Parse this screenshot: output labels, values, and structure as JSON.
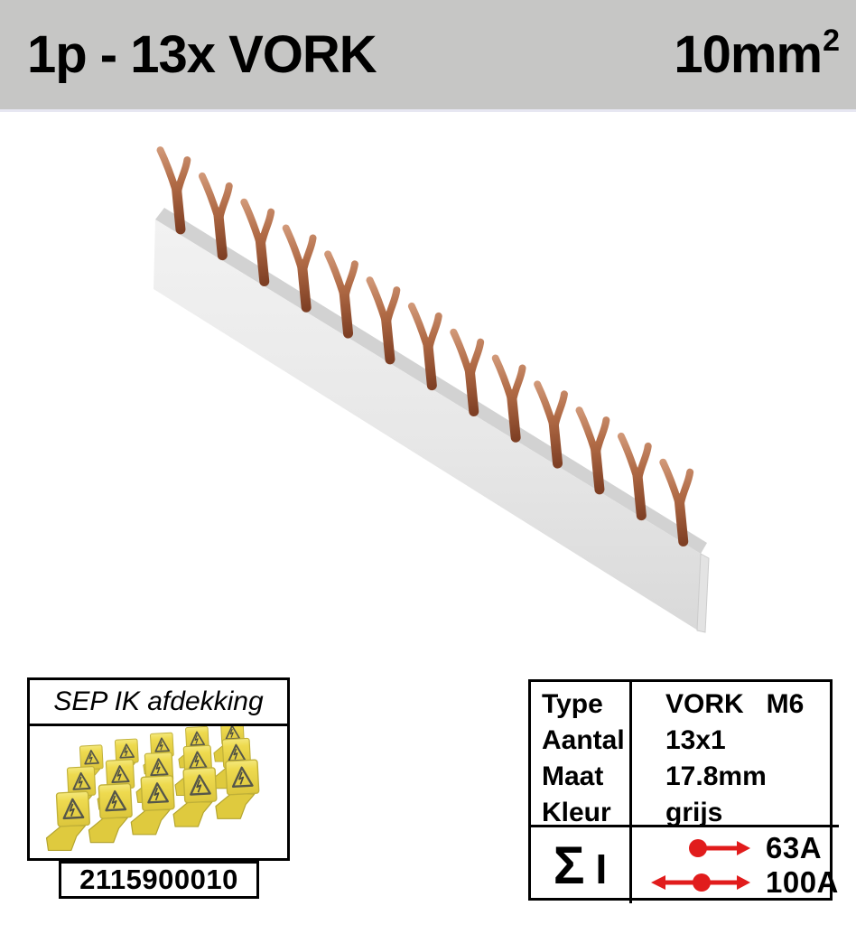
{
  "header": {
    "title": "1p - 13x VORK",
    "size_value": "10mm",
    "size_exponent": "2",
    "background_color": "#c6c6c5"
  },
  "product": {
    "description": "grey busbar rail with copper fork terminals",
    "fork_count": 13,
    "rail_color": "#e9e9e9",
    "copper_color": "#a5613d"
  },
  "accessory_box": {
    "title": "SEP IK afdekking",
    "image_description": "set of yellow protective covers with warning triangles",
    "cover_color": "#ecd94e",
    "article_number": "2115900010"
  },
  "spec_table": {
    "rows": [
      {
        "label": "Type",
        "value": "VORK   M6"
      },
      {
        "label": "Aantal",
        "value": "13x1"
      },
      {
        "label": "Maat",
        "value": "17.8mm"
      },
      {
        "label": "Kleur",
        "value": "grijs"
      }
    ],
    "sum_symbol": "Σ",
    "current_symbol": "I",
    "ratings": [
      {
        "label": "63A",
        "arrow": "single"
      },
      {
        "label": "100A",
        "arrow": "double"
      }
    ],
    "arrow_color": "#e11c1c"
  }
}
